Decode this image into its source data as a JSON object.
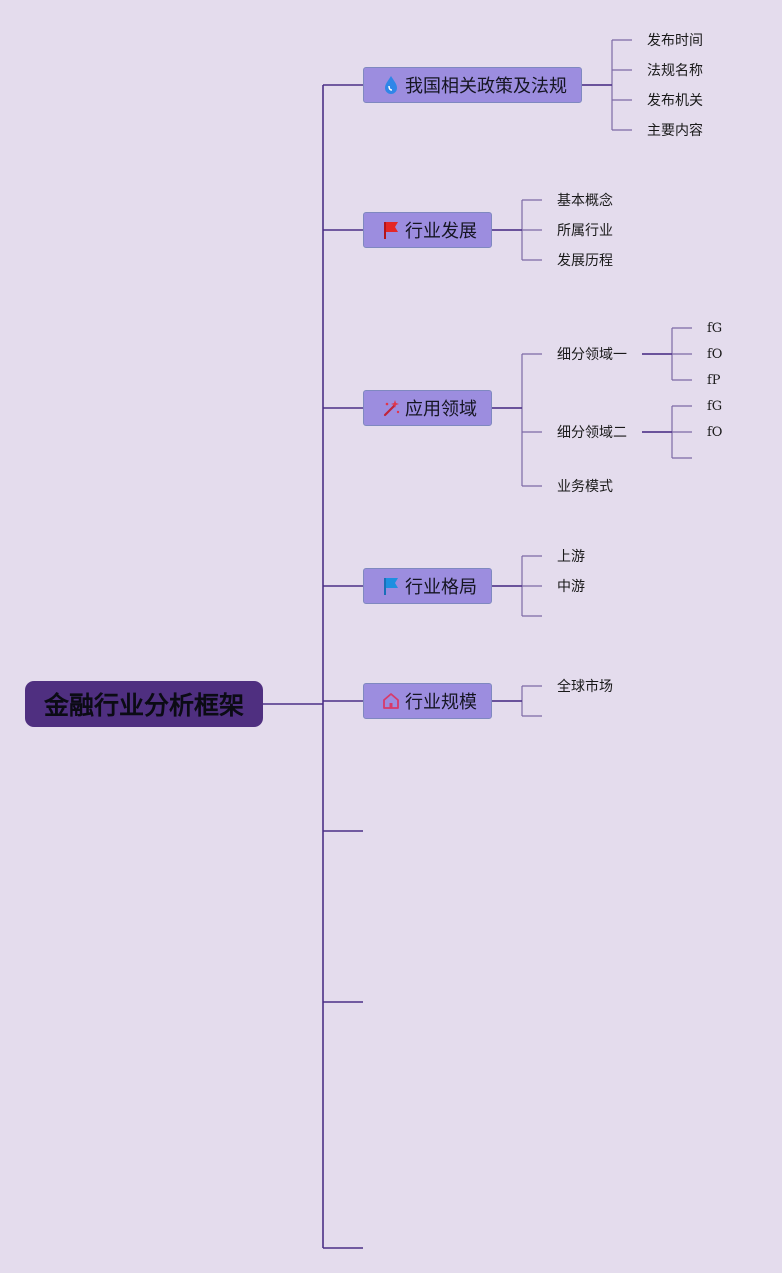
{
  "root": {
    "label": "金融行业分析框架"
  },
  "colors": {
    "background": "#e4dced",
    "root": "#4f2f80",
    "topic": "#9c8ddf",
    "line": "#4b2f86"
  },
  "topics": [
    {
      "label": "我国相关政策及法规",
      "icon": "water-drop-icon",
      "children": [
        "发布时间",
        "法规名称",
        "发布机关",
        "主要内容"
      ]
    },
    {
      "label": "行业发展",
      "icon": "flag-icon",
      "children": [
        "基本概念",
        "所属行业",
        "发展历程"
      ]
    },
    {
      "label": "应用领域",
      "icon": "magic-wand-icon",
      "children": [
        "细分领域一",
        "细分领域二",
        "业务模式"
      ],
      "sub1": [
        "fG",
        "fO",
        "fP"
      ],
      "sub2": [
        "fG",
        "fO"
      ]
    },
    {
      "label": "行业格局",
      "icon": "blue-flag-icon",
      "children": [
        "上游",
        "中游"
      ]
    },
    {
      "label": "行业规模",
      "icon": "house-icon",
      "children": [
        "全球市场"
      ]
    }
  ]
}
